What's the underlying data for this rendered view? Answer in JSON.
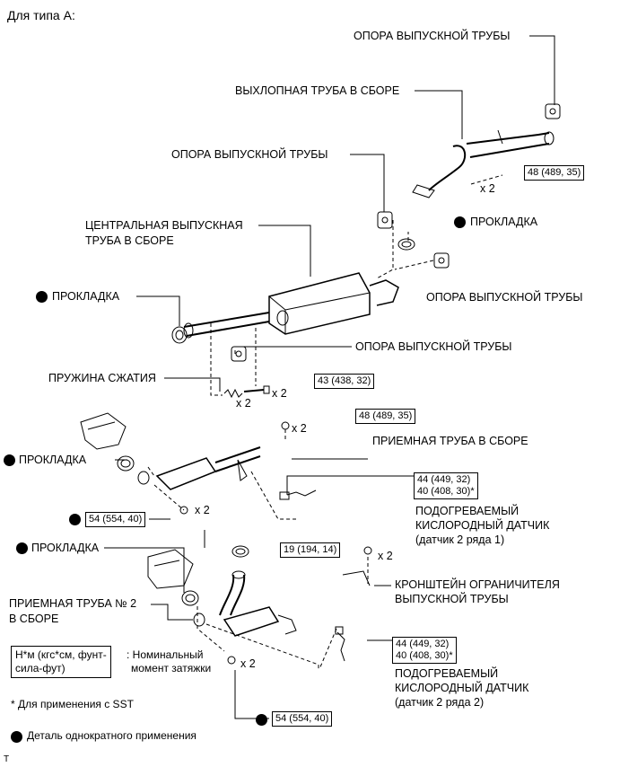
{
  "header": "Для типа А:",
  "footer_mark": "T",
  "labels": {
    "support1": "ОПОРА ВЫПУСКНОЙ ТРУБЫ",
    "tail_pipe_l1": "ВЫХЛОПНАЯ ТРУБА В СБОРЕ",
    "support2": "ОПОРА ВЫПУСКНОЙ ТРУБЫ",
    "center_pipe_l1": "ЦЕНТРАЛЬНАЯ ВЫПУСКНАЯ",
    "center_pipe_l2": "ТРУБА В СБОРЕ",
    "gasket_top": "ПРОКЛАДКА",
    "support3": "ОПОРА ВЫПУСКНОЙ ТРУБЫ",
    "gasket_left1": "ПРОКЛАДКА",
    "support4": "ОПОРА ВЫПУСКНОЙ ТРУБЫ",
    "spring": "ПРУЖИНА СЖАТИЯ",
    "front_pipe": "ПРИЕМНАЯ ТРУБА В СБОРЕ",
    "gasket_left2": "ПРОКЛАДКА",
    "sensor1_l1": "ПОДОГРЕВАЕМЫЙ",
    "sensor1_l2": "КИСЛОРОДНЫЙ ДАТЧИК",
    "sensor1_l3": "(датчик 2 ряда 1)",
    "gasket_left3": "ПРОКЛАДКА",
    "bracket_l1": "КРОНШТЕЙН ОГРАНИЧИТЕЛЯ",
    "bracket_l2": "ВЫПУСКНОЙ ТРУБЫ",
    "front_pipe2_l1": "ПРИЕМНАЯ ТРУБА № 2",
    "front_pipe2_l2": "В СБОРЕ",
    "sensor2_l1": "ПОДОГРЕВАЕМЫЙ",
    "sensor2_l2": "КИСЛОРОДНЫЙ ДАТЧИК",
    "sensor2_l3": "(датчик 2 ряда 2)"
  },
  "torques": {
    "t48a": "48 (489, 35)",
    "t43": "43 (438, 32)",
    "t48b": "48 (489, 35)",
    "t44a_l1": "44 (449, 32)",
    "t44a_l2": "40 (408, 30)*",
    "t54a": "54 (554, 40)",
    "t19": "19 (194, 14)",
    "t44b_l1": "44 (449, 32)",
    "t44b_l2": "40 (408, 30)*",
    "t54b": "54 (554, 40)"
  },
  "counts": {
    "x2_1": "x 2",
    "x2_2": "x 2",
    "x2_3": "x 2",
    "x2_4": "x 2",
    "x2_5": "x 2",
    "x2_6": "x 2",
    "x2_7": "x 2"
  },
  "legend": {
    "box_l1": "Н*м (кгс*см, фунт-",
    "box_l2": "сила-фут)",
    "desc_l1": ": Номинальный",
    "desc_l2": "момент затяжки",
    "sst_note": "* Для применения с SST",
    "one_time": "Деталь однократного применения"
  }
}
